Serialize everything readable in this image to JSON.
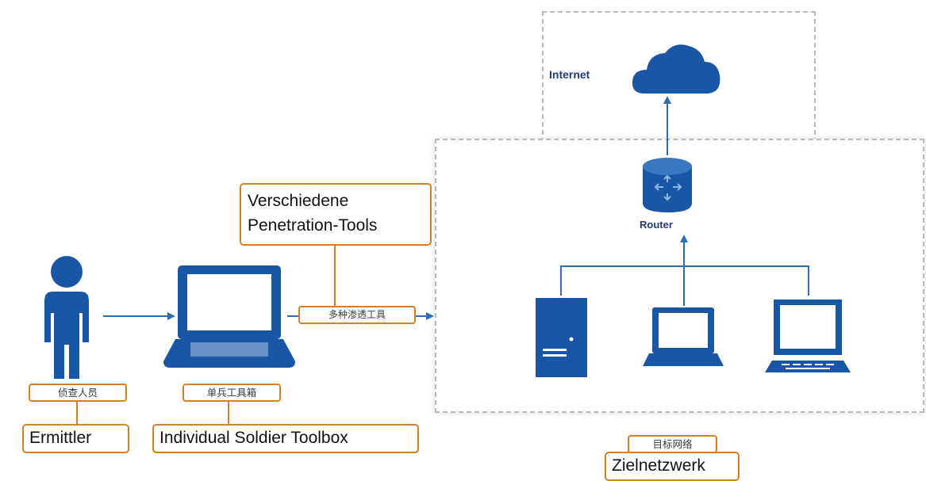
{
  "zones": {
    "internet": "Internet",
    "router": "Router"
  },
  "labels": {
    "officer_cn": "侦查人员",
    "toolbox_cn": "单兵工具箱",
    "tools_cn": "多种渗透工具",
    "target_cn": "目标网络"
  },
  "translations": {
    "tools_line1": "Verschiedene",
    "tools_line2": "Penetration-Tools",
    "officer": "Ermittler",
    "toolbox": "Individual Soldier Toolbox",
    "target": "Zielnetzwerk"
  },
  "colors": {
    "icon_blue": "#1a56a6",
    "line_blue": "#2c6db3",
    "label_orange": "#d4802b",
    "zone_border": "#b9b9b9"
  },
  "icons": [
    "person-icon",
    "laptop-icon",
    "cloud-icon",
    "router-icon",
    "server-icon",
    "laptop-icon",
    "desktop-monitor-icon"
  ]
}
